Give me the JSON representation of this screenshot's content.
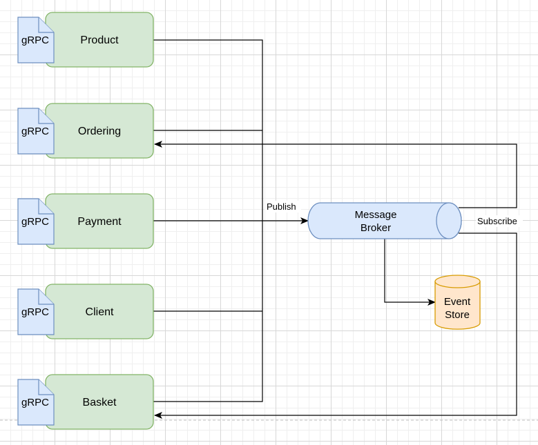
{
  "services": [
    {
      "name": "Product",
      "badge": "gRPC"
    },
    {
      "name": "Ordering",
      "badge": "gRPC"
    },
    {
      "name": "Payment",
      "badge": "gRPC"
    },
    {
      "name": "Client",
      "badge": "gRPC"
    },
    {
      "name": "Basket",
      "badge": "gRPC"
    }
  ],
  "broker": {
    "line1": "Message",
    "line2": "Broker"
  },
  "store": {
    "line1": "Event",
    "line2": "Store"
  },
  "labels": {
    "publish": "Publish",
    "subscribe": "Subscribe"
  },
  "colors": {
    "service_fill": "#d5e8d4",
    "service_stroke": "#82b366",
    "doc_fill": "#dae8fc",
    "doc_stroke": "#6c8ebf",
    "store_fill": "#ffe6cc",
    "store_stroke": "#d79b00",
    "line": "#000000"
  }
}
